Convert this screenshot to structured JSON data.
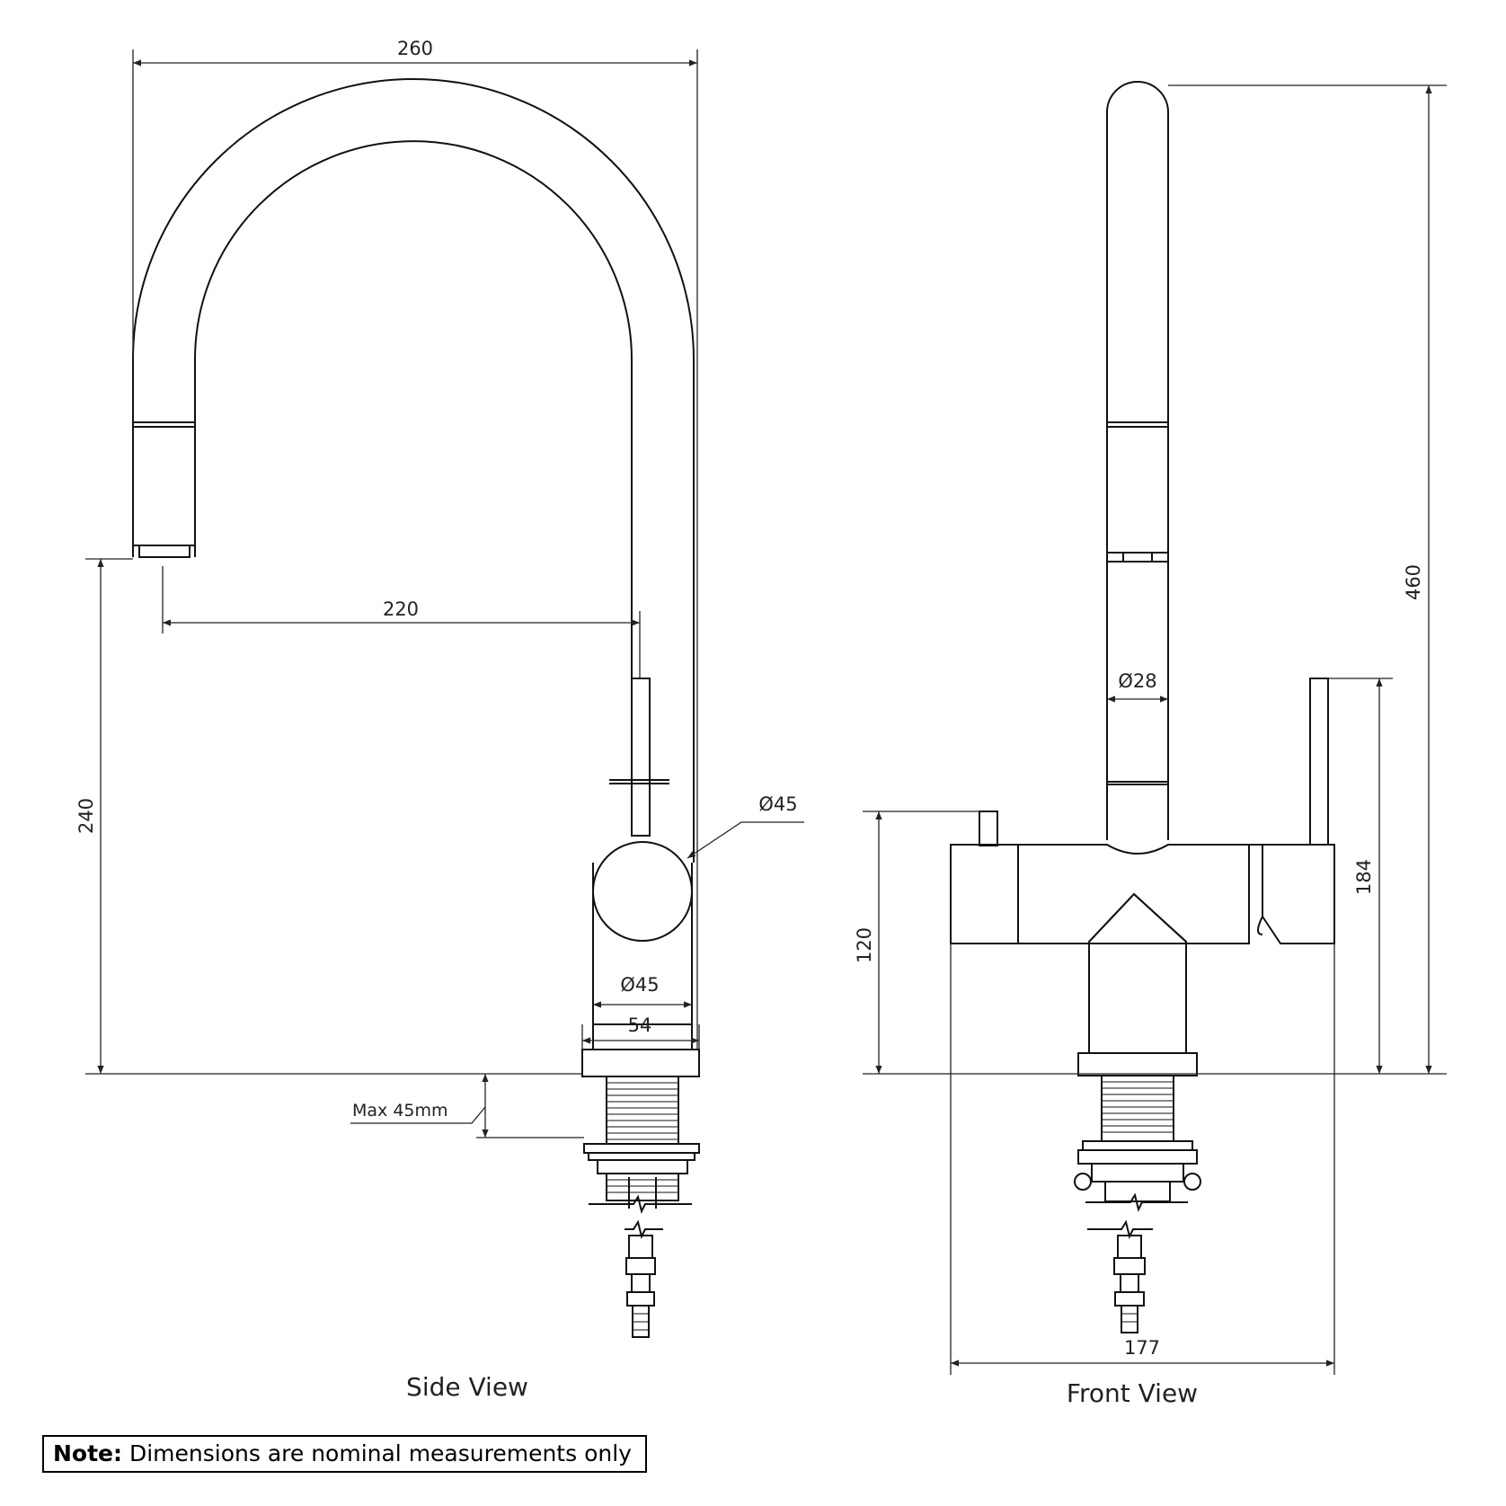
{
  "side_view": {
    "title": "Side View",
    "dim_width": "260",
    "dim_reach": "220",
    "dim_height": "240",
    "dim_lever_dia": "Ø45",
    "dim_body_dia": "Ø45",
    "dim_base": "54",
    "dim_max_thickness": "Max 45mm"
  },
  "front_view": {
    "title": "Front View",
    "dim_total_height": "460",
    "dim_spout_dia": "Ø28",
    "dim_lever_height": "184",
    "dim_body_height": "120",
    "dim_width": "177"
  },
  "note": {
    "label": "Note:",
    "text": "Dimensions are nominal measurements only"
  }
}
